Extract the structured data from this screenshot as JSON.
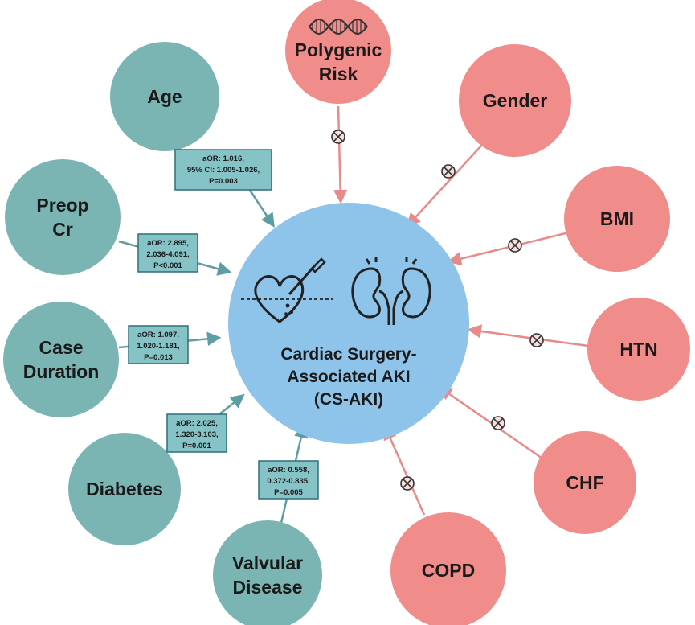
{
  "center": {
    "lines": [
      "Cardiac Surgery-",
      "Associated AKI",
      "(CS-AKI)"
    ],
    "icons": [
      "heart-scalpel-icon",
      "kidneys-icon"
    ]
  },
  "significant_factors": [
    {
      "id": "age",
      "lines": [
        "Age"
      ],
      "stats": [
        "aOR: 1.016,",
        "95% CI: 1.005-1.026,",
        "P=0.003"
      ]
    },
    {
      "id": "preop-cr",
      "lines": [
        "Preop",
        "Cr"
      ],
      "stats": [
        "aOR: 2.895,",
        "2.036-4.091,",
        "P<0.001"
      ]
    },
    {
      "id": "case-duration",
      "lines": [
        "Case",
        "Duration"
      ],
      "stats": [
        "aOR: 1.097,",
        "1.020-1.181,",
        "P=0.013"
      ]
    },
    {
      "id": "diabetes",
      "lines": [
        "Diabetes"
      ],
      "stats": [
        "aOR: 2.025,",
        "1.320-3.103,",
        "P=0.001"
      ]
    },
    {
      "id": "valvular-disease",
      "lines": [
        "Valvular",
        "Disease"
      ],
      "stats": [
        "aOR: 0.558,",
        "0.372-0.835,",
        "P=0.005"
      ]
    }
  ],
  "nonsignificant_factors": [
    {
      "id": "polygenic-risk",
      "lines": [
        "Polygenic",
        "Risk"
      ],
      "icon": "dna-icon"
    },
    {
      "id": "gender",
      "lines": [
        "Gender"
      ]
    },
    {
      "id": "bmi",
      "lines": [
        "BMI"
      ]
    },
    {
      "id": "htn",
      "lines": [
        "HTN"
      ]
    },
    {
      "id": "chf",
      "lines": [
        "CHF"
      ]
    },
    {
      "id": "copd",
      "lines": [
        "COPD"
      ]
    }
  ],
  "colors": {
    "significant_fill": "#7bb5b3",
    "nonsignificant_fill": "#f08c8a",
    "center_fill": "#8ec3ea",
    "significant_arrow": "#5c9ea3",
    "nonsignificant_arrow": "#e8898a",
    "stat_box_fill": "#86c3c7",
    "stat_box_border": "#2f6f78",
    "null_marker_fill": "#f7dede"
  }
}
